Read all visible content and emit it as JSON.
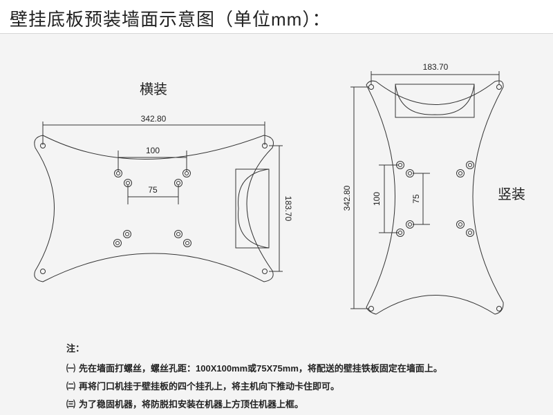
{
  "page": {
    "title": "壁挂底板预装墙面示意图（单位mm）："
  },
  "horizontal": {
    "label": "横装",
    "dims": {
      "width": "342.80",
      "height": "183.70",
      "hole_outer": "100",
      "hole_inner": "75"
    }
  },
  "vertical": {
    "label": "竖装",
    "dims": {
      "width": "183.70",
      "height": "342.80",
      "hole_outer": "100",
      "hole_inner": "75"
    }
  },
  "notes": {
    "heading": "注：",
    "items": [
      {
        "num": "㈠",
        "text": "先在墙面打螺丝，螺丝孔距：100X100mm或75X75mm，将配送的壁挂铁板固定在墙面上。"
      },
      {
        "num": "㈡",
        "text": "再将门口机挂于壁挂板的四个挂孔上，将主机向下推动卡住即可。"
      },
      {
        "num": "㈢",
        "text": "为了稳固机器，将防脱扣安装在机器上方顶住机器上框。"
      }
    ]
  },
  "colors": {
    "background": "#f4f4f4",
    "header": "#ffffff",
    "line": "#333333"
  }
}
